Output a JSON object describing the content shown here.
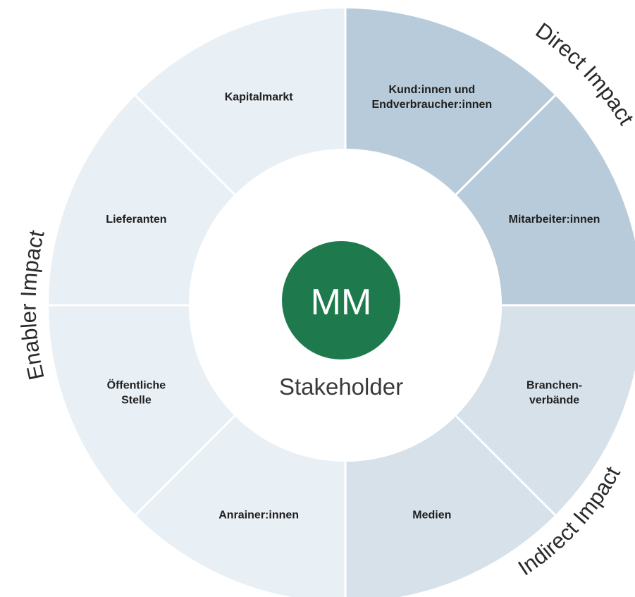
{
  "center": {
    "logo_text": "MM",
    "title": "Stakeholder"
  },
  "arc_labels": {
    "direct": "Direct Impact",
    "indirect": "Indirect Impact",
    "enabler": "Enabler Impact"
  },
  "segments": [
    {
      "name": "segment-kunden",
      "group": "direct",
      "lines": [
        "Kund:innen und",
        "Endverbraucher:innen"
      ]
    },
    {
      "name": "segment-mitarbeiter",
      "group": "direct",
      "lines": [
        "Mitarbeiter:innen"
      ]
    },
    {
      "name": "segment-branchenverbaende",
      "group": "indirect",
      "lines": [
        "Branchen-",
        "verbände"
      ]
    },
    {
      "name": "segment-medien",
      "group": "indirect",
      "lines": [
        "Medien"
      ]
    },
    {
      "name": "segment-anrainer",
      "group": "enabler",
      "lines": [
        "Anrainer:innen"
      ]
    },
    {
      "name": "segment-oeffentliche-stelle",
      "group": "enabler",
      "lines": [
        "Öffentliche",
        "Stelle"
      ]
    },
    {
      "name": "segment-lieferanten",
      "group": "enabler",
      "lines": [
        "Lieferanten"
      ]
    },
    {
      "name": "segment-kapitalmarkt",
      "group": "enabler",
      "lines": [
        "Kapitalmarkt"
      ]
    }
  ],
  "colors": {
    "direct": "#b8cbda",
    "indirect": "#d6e1ea",
    "enabler": "#e8eff5",
    "divider": "#ffffff",
    "logo": "#1e7a4c"
  }
}
